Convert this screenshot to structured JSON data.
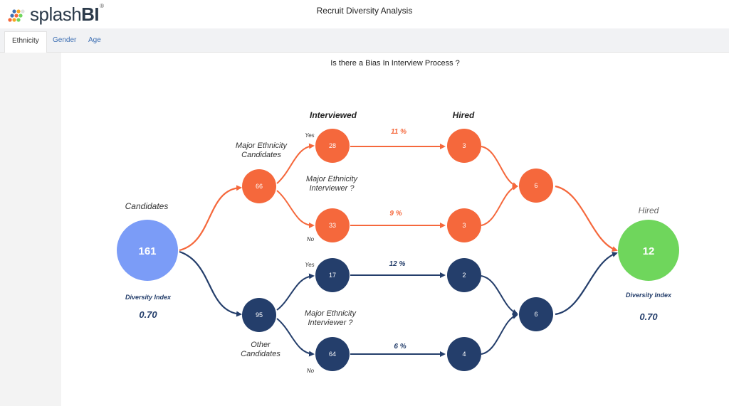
{
  "app": {
    "logo_text": "splash",
    "logo_text_bold": "BI",
    "logo_mark": "registered",
    "title": "Recruit Diversity Analysis"
  },
  "tabs": [
    {
      "label": "Ethnicity",
      "active": true
    },
    {
      "label": "Gender",
      "active": false
    },
    {
      "label": "Age",
      "active": false
    }
  ],
  "main": {
    "question": "Is there a Bias In Interview Process ?"
  },
  "diagram": {
    "headers": {
      "interviewed": "Interviewed",
      "hired": "Hired"
    },
    "colors": {
      "orange": "#f5683c",
      "navy": "#243e6b",
      "blue": "#7b9cf7",
      "green": "#6fd65c"
    },
    "labels": {
      "candidates": "Candidates",
      "hired_total": "Hired",
      "major_candidates_l1": "Major Ethnicity",
      "major_candidates_l2": "Candidates",
      "other_candidates_l1": "Other",
      "other_candidates_l2": "Candidates",
      "interviewer_q_l1": "Major Ethnicity",
      "interviewer_q_l2": "Interviewer ?",
      "yes": "Yes",
      "no": "No",
      "diversity_index_label": "Diversity Index",
      "diversity_index_left": "0.70",
      "diversity_index_right": "0.70"
    },
    "nodes": {
      "candidates": "161",
      "major": "66",
      "other": "95",
      "major_yes_interviewed": "28",
      "major_no_interviewed": "33",
      "other_yes_interviewed": "17",
      "other_no_interviewed": "64",
      "major_yes_hired": "3",
      "major_no_hired": "3",
      "other_yes_hired": "2",
      "other_no_hired": "4",
      "major_hired_total": "6",
      "other_hired_total": "6",
      "hired_total": "12"
    },
    "rates": {
      "major_yes": "11 %",
      "major_no": "9 %",
      "other_yes": "12 %",
      "other_no": "6 %"
    }
  }
}
